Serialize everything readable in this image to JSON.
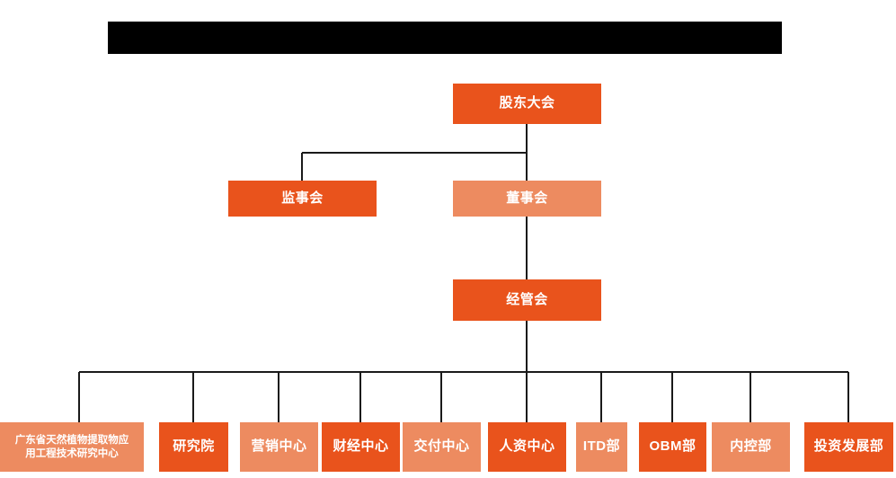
{
  "page": {
    "title_bar": {
      "name": "redacted-title-bar",
      "text": "",
      "color": "#000000"
    },
    "background": "#ffffff"
  },
  "theme": {
    "dark_orange": "#E9531C",
    "light_orange": "#ED8B60",
    "connector": "#1a1a1a",
    "text": "#ffffff"
  },
  "chart_data": {
    "type": "diagram",
    "diagram_type": "organization-chart",
    "title": "",
    "levels": [
      {
        "level": 1,
        "nodes": [
          {
            "id": "shareholders",
            "label": "股东大会",
            "tone": "dark"
          }
        ]
      },
      {
        "level": 2,
        "nodes": [
          {
            "id": "supervisors",
            "label": "监事会",
            "tone": "dark"
          },
          {
            "id": "directors",
            "label": "董事会",
            "tone": "light"
          }
        ]
      },
      {
        "level": 3,
        "nodes": [
          {
            "id": "management",
            "label": "经管会",
            "tone": "dark"
          }
        ]
      },
      {
        "level": 4,
        "nodes": [
          {
            "id": "rnd-center",
            "label": "广东省天然植物提取物应用工程技术研究中心",
            "tone": "light"
          },
          {
            "id": "research-institute",
            "label": "研究院",
            "tone": "dark"
          },
          {
            "id": "marketing-center",
            "label": "营销中心",
            "tone": "light"
          },
          {
            "id": "finance-center",
            "label": "财经中心",
            "tone": "dark"
          },
          {
            "id": "delivery-center",
            "label": "交付中心",
            "tone": "light"
          },
          {
            "id": "hr-center",
            "label": "人资中心",
            "tone": "dark"
          },
          {
            "id": "itd-dept",
            "label": "ITD部",
            "tone": "light"
          },
          {
            "id": "obm-dept",
            "label": "OBM部",
            "tone": "dark"
          },
          {
            "id": "internal-control-dept",
            "label": "内控部",
            "tone": "light"
          },
          {
            "id": "investment-development-dept",
            "label": "投资发展部",
            "tone": "dark"
          }
        ]
      }
    ],
    "edges": [
      {
        "from": "shareholders",
        "to": "supervisors"
      },
      {
        "from": "shareholders",
        "to": "directors"
      },
      {
        "from": "directors",
        "to": "management"
      },
      {
        "from": "management",
        "to": "rnd-center"
      },
      {
        "from": "management",
        "to": "research-institute"
      },
      {
        "from": "management",
        "to": "marketing-center"
      },
      {
        "from": "management",
        "to": "finance-center"
      },
      {
        "from": "management",
        "to": "delivery-center"
      },
      {
        "from": "management",
        "to": "hr-center"
      },
      {
        "from": "management",
        "to": "itd-dept"
      },
      {
        "from": "management",
        "to": "obm-dept"
      },
      {
        "from": "management",
        "to": "internal-control-dept"
      },
      {
        "from": "management",
        "to": "investment-development-dept"
      }
    ]
  },
  "nodes": {
    "shareholders": {
      "label": "股东大会"
    },
    "supervisors": {
      "label": "监事会"
    },
    "directors": {
      "label": "董事会"
    },
    "management": {
      "label": "经管会"
    },
    "rnd_center_line1": {
      "label": "广东省天然植物提取物应"
    },
    "rnd_center_line2": {
      "label": "用工程技术研究中心"
    },
    "research_institute": {
      "label": "研究院"
    },
    "marketing_center": {
      "label": "营销中心"
    },
    "finance_center": {
      "label": "财经中心"
    },
    "delivery_center": {
      "label": "交付中心"
    },
    "hr_center": {
      "label": "人资中心"
    },
    "itd_dept": {
      "label": "ITD部"
    },
    "obm_dept": {
      "label": "OBM部"
    },
    "internal_control_dept": {
      "label": "内控部"
    },
    "investment_development_dept": {
      "label": "投资发展部"
    }
  }
}
